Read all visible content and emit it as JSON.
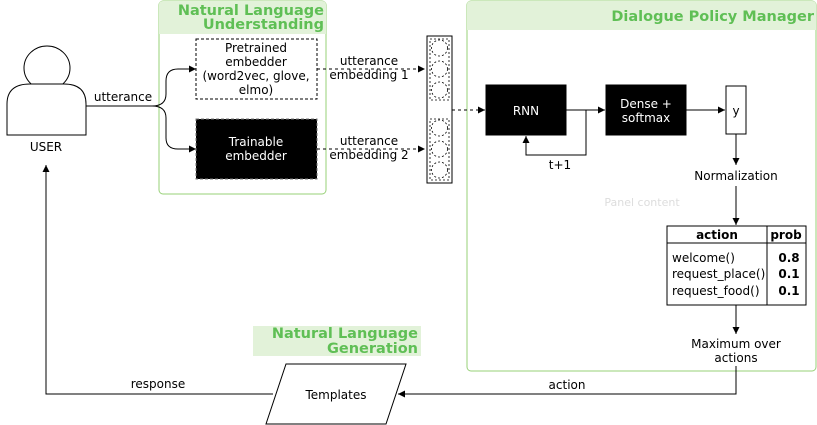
{
  "nlu": {
    "title_line1": "Natural Language",
    "title_line2": "Understanding"
  },
  "dpm": {
    "title": "Dialogue Policy Manager",
    "panel_placeholder": "Panel content"
  },
  "nlg": {
    "title_line1": "Natural Language",
    "title_line2": "Generation"
  },
  "user": {
    "label": "USER"
  },
  "edges": {
    "utterance": "utterance",
    "utterance_embedding_1_line1": "utterance",
    "utterance_embedding_1_line2": "embedding 1",
    "utterance_embedding_2_line1": "utterance",
    "utterance_embedding_2_line2": "embedding 2",
    "loop": "t+1",
    "action": "action",
    "response": "response"
  },
  "nodes": {
    "pretrained_line1": "Pretrained",
    "pretrained_line2": "embedder",
    "pretrained_line3": "(word2vec, glove,",
    "pretrained_line4": "elmo)",
    "trainable_line1": "Trainable",
    "trainable_line2": "embedder",
    "rnn": "RNN",
    "dense_line1": "Dense +",
    "dense_line2": "softmax",
    "y": "y",
    "normalization": "Normalization",
    "maximum_line1": "Maximum over",
    "maximum_line2": "actions",
    "templates": "Templates"
  },
  "table": {
    "headers": [
      "action",
      "prob"
    ],
    "rows": [
      {
        "action": "welcome()",
        "prob": "0.8"
      },
      {
        "action": "request_place()",
        "prob": "0.1"
      },
      {
        "action": "request_food()",
        "prob": "0.1"
      }
    ]
  },
  "colors": {
    "accent_green": "#5fbf55",
    "panel_fill": "#e2f2d9",
    "panel_border": "#97d077"
  }
}
